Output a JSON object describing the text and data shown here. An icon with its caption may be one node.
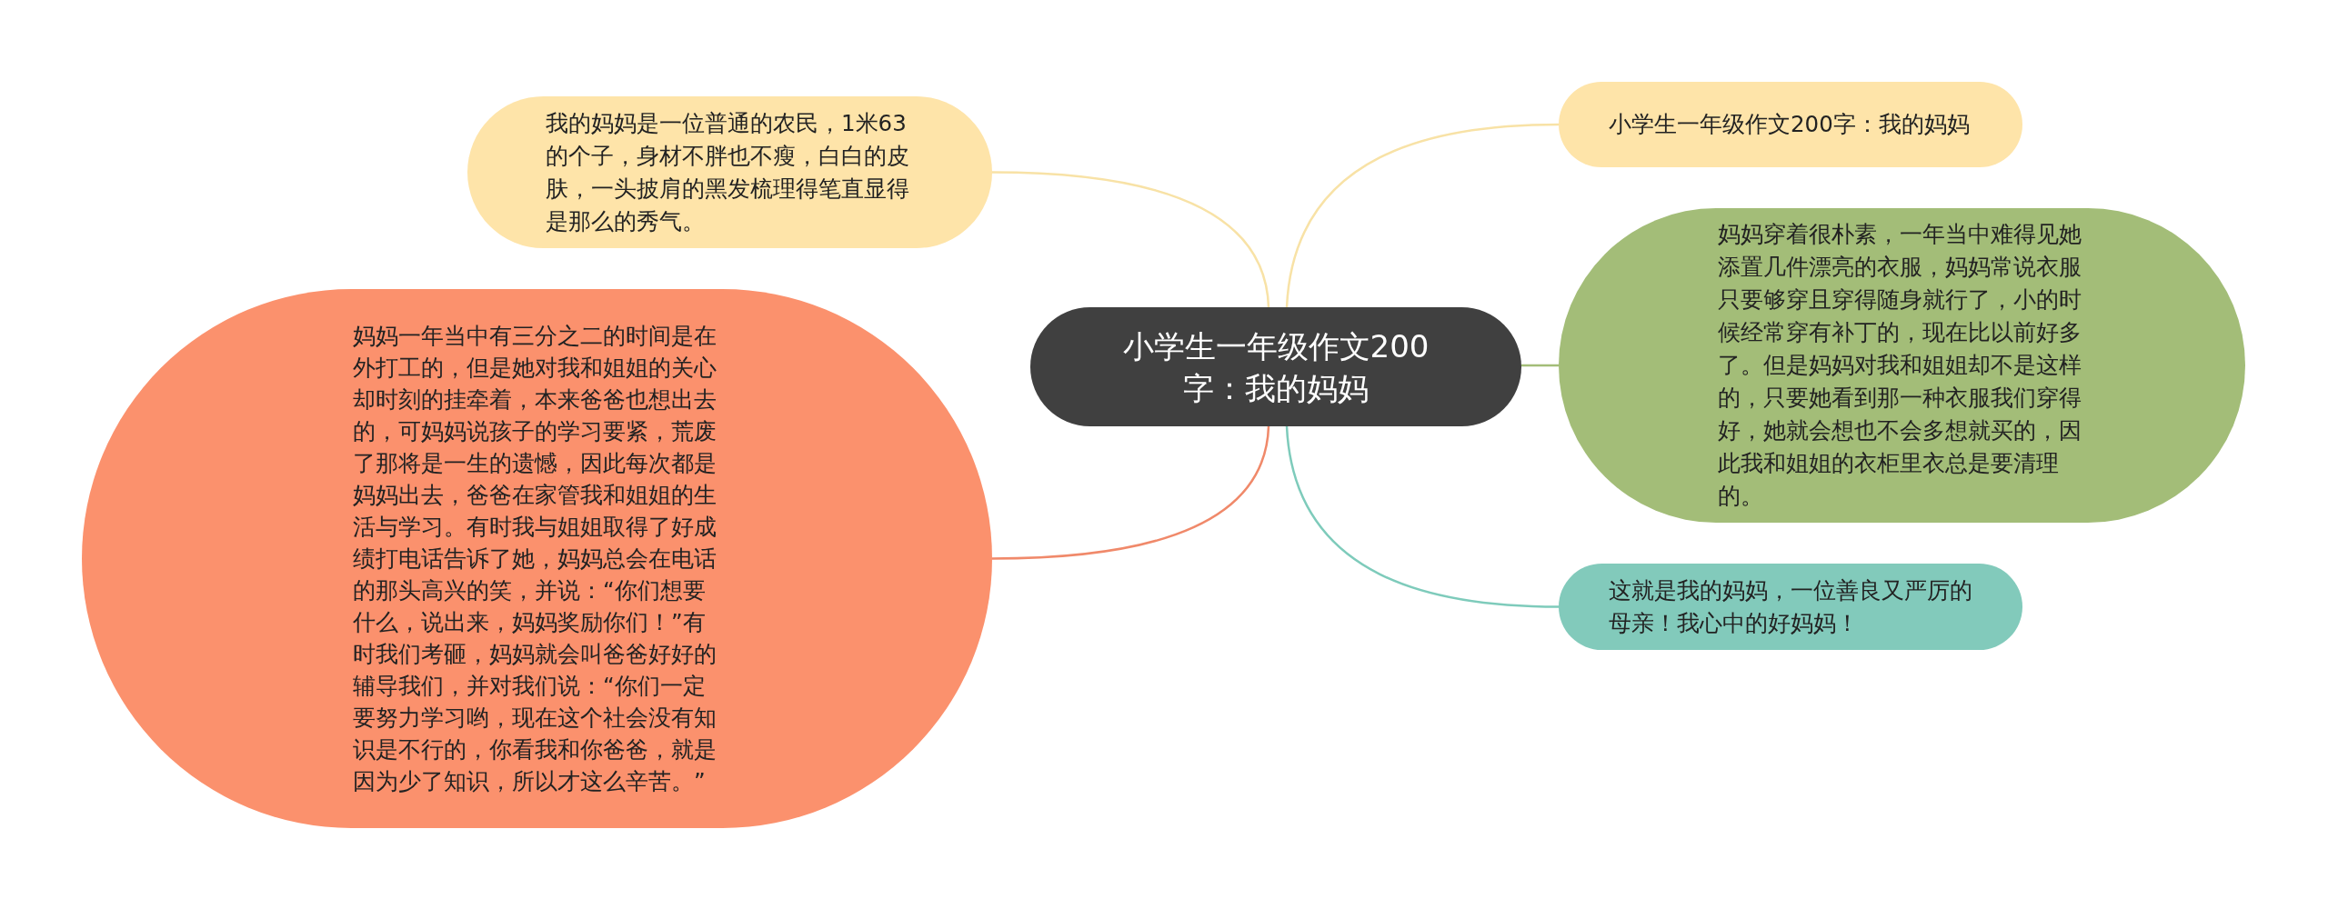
{
  "diagram": {
    "nodes": [
      {
        "text": [
          "小学生一年级作文200字：我的妈妈"
        ]
      },
      {
        "text": [
          "我的妈妈是一位普通的农民，1米63的个子，身材不胖也不瘦，白白的皮肤，一头披肩的黑发梳理得笔直显得是那么的秀气。"
        ]
      },
      {
        "text": [
          "妈妈一年当中有三分之二的时间是在外打工的，但是她对我和姐姐的关心却时刻的挂牵着，本来爸爸也想出去的，可妈妈说孩子的学习要紧，荒废了那将是一生的遗憾，因此每次都是妈妈出去，爸爸在家管我和姐姐的生活与学习。有时我与姐姐取得了好成绩打电话告诉了她，妈妈总会在电话的那头高兴的笑，并说：“你们想要什么，说出来，妈妈奖励你们！”有时我们考砸，妈妈就会叫爸爸好好的辅导我们，并对我们说：“你们一定要努力学习哟，现在这个社会没有知识是不行的，你看我和你爸爸，就是因为少了知识，所以才这么辛苦。”"
        ]
      },
      {
        "text": [
          "小学生一年级作文200字：我的妈妈"
        ]
      },
      {
        "text": [
          "妈妈穿着很朴素，一年当中难得见她添置几件漂亮的衣服，妈妈常说衣服只要够穿且穿得随身就行了，小的时候经常穿有补丁的，现在比以前好多了。但是妈妈对我和姐姐却不是这样的，只要她看到那一种衣服我们穿得好，她就会想也不会多想就买的，因此我和姐姐的衣柜里衣总是要清理的。"
        ]
      },
      {
        "text": [
          "这就是我的妈妈，一位善良又严厉的母亲！我心中的好妈妈！"
        ]
      }
    ],
    "edges": [
      {
        "from": 0,
        "to": 1,
        "arrow": "none",
        "color": "#f8e2a6"
      },
      {
        "from": 0,
        "to": 2,
        "arrow": "none",
        "color": "#f0896a"
      },
      {
        "from": 0,
        "to": 3,
        "arrow": "none",
        "color": "#f8e2a6"
      },
      {
        "from": 0,
        "to": 4,
        "arrow": "none",
        "color": "#a3bd78"
      },
      {
        "from": 0,
        "to": 5,
        "arrow": "none",
        "color": "#7ecbbb"
      }
    ]
  }
}
